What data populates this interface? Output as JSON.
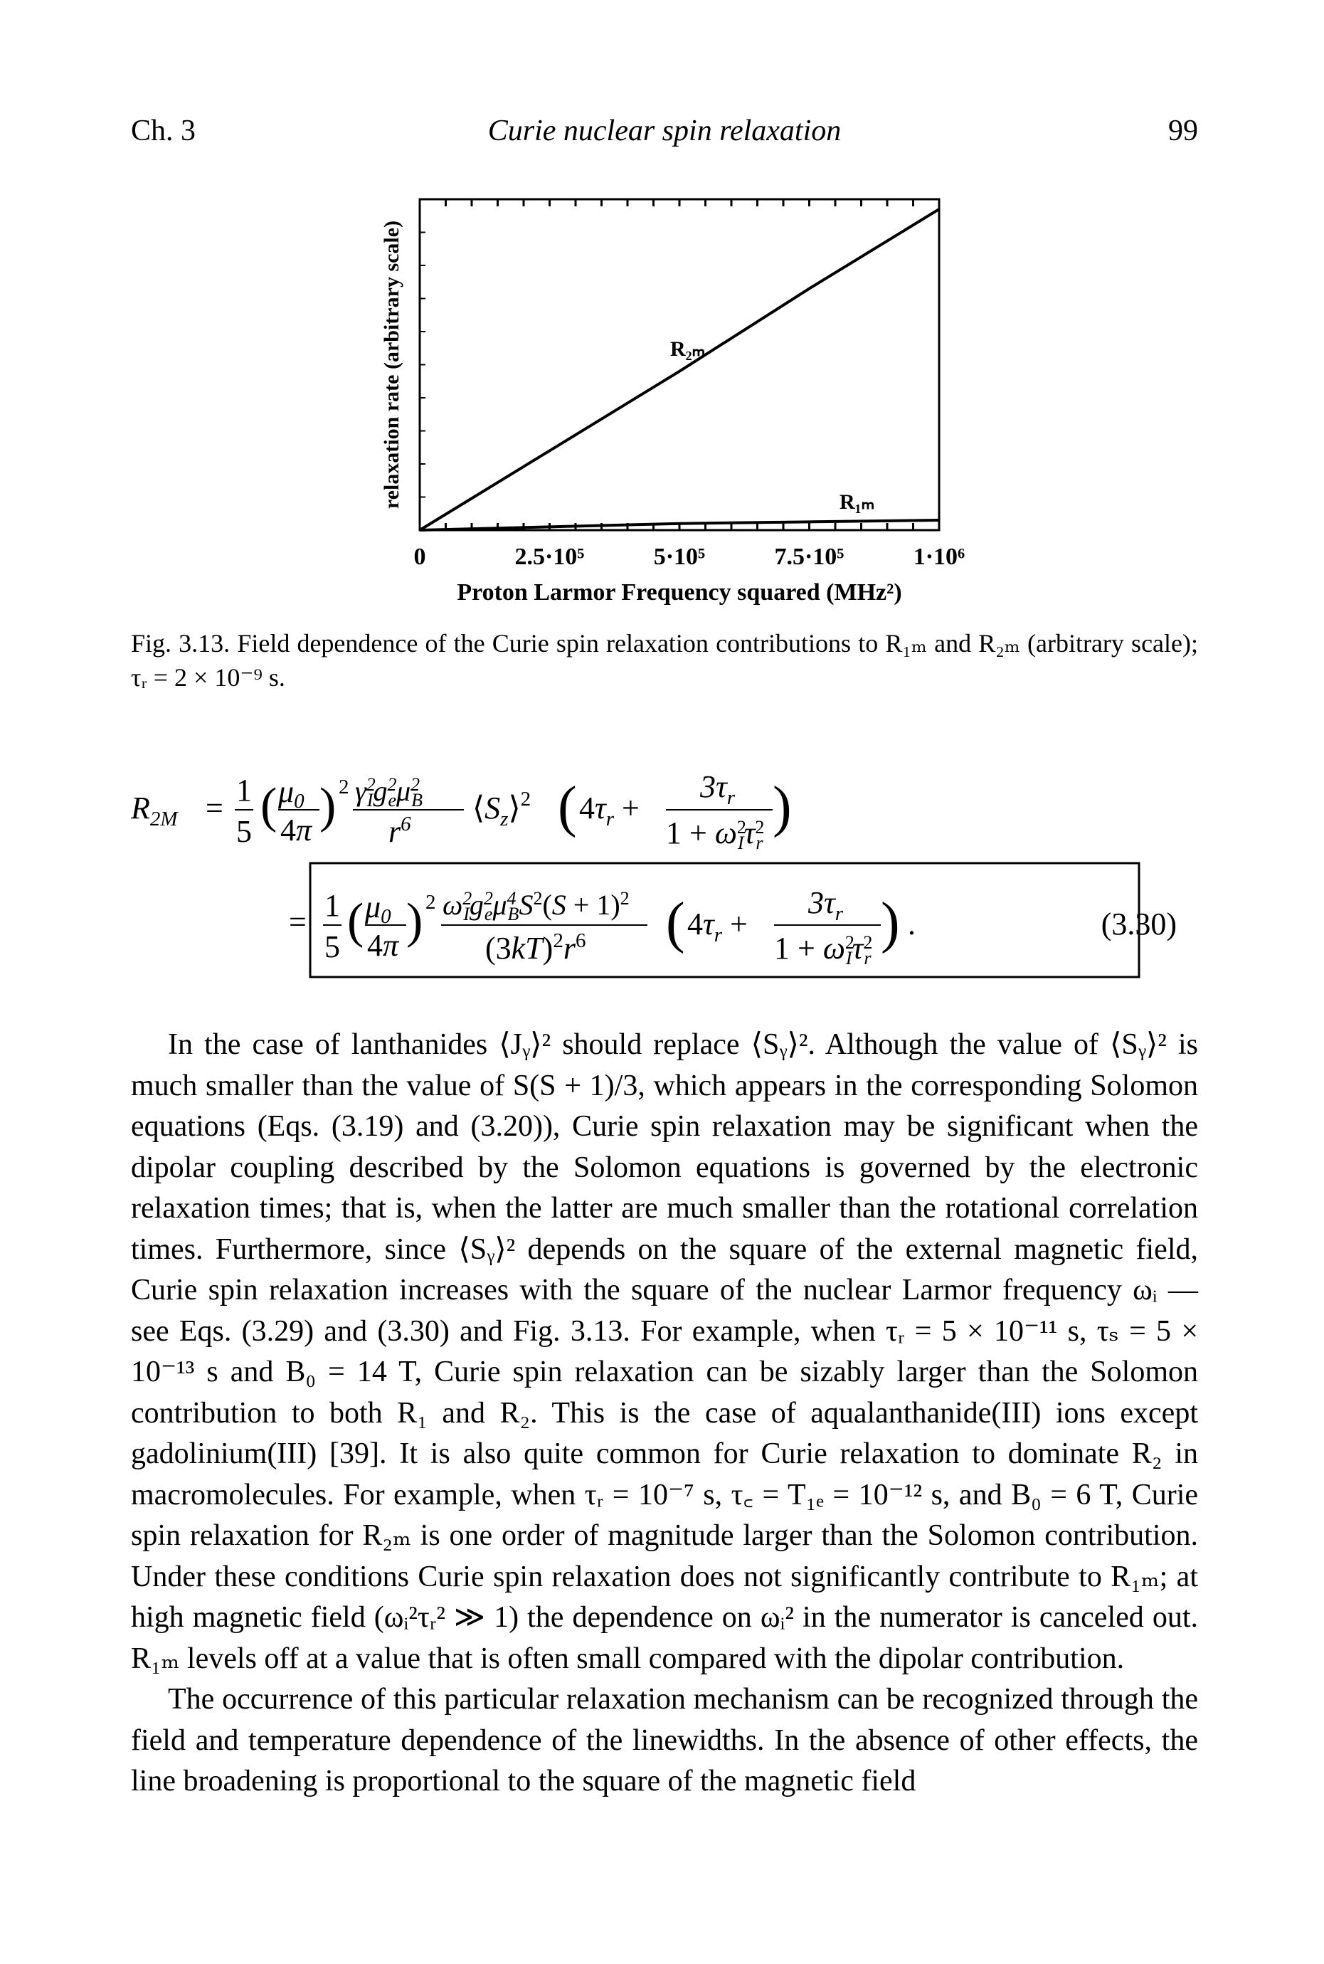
{
  "header": {
    "chapter": "Ch. 3",
    "title": "Curie nuclear spin relaxation",
    "page_number": "99"
  },
  "figure": {
    "ylabel": "relaxation rate (arbitrary scale)",
    "xlabel": "Proton Larmor Frequency squared (MHz²)",
    "x_ticks": [
      "0",
      "2.5·10⁵",
      "5·10⁵",
      "7.5·10⁵",
      "1·10⁶"
    ],
    "curve_labels": {
      "r2m": "R₂ₘ",
      "r1m": "R₁ₘ"
    }
  },
  "chart_data": {
    "type": "line",
    "xlabel": "Proton Larmor Frequency squared (MHz²)",
    "ylabel": "relaxation rate (arbitrary scale)",
    "xlim": [
      0,
      1000000
    ],
    "ylim": [
      0,
      1
    ],
    "x_ticks": [
      "0",
      "2.5·10⁵",
      "5·10⁵",
      "7.5·10⁵",
      "1·10⁶"
    ],
    "series": [
      {
        "name": "R₂ₘ",
        "x": [
          0,
          250000,
          500000,
          750000,
          1000000
        ],
        "y": [
          0.0,
          0.24,
          0.48,
          0.73,
          0.97
        ]
      },
      {
        "name": "R₁ₘ",
        "x": [
          0,
          250000,
          500000,
          750000,
          1000000
        ],
        "y": [
          0.0,
          0.01,
          0.02,
          0.025,
          0.03
        ]
      }
    ],
    "grid": false,
    "legend": "inline labels"
  },
  "caption": {
    "prefix": "Fig. 3.13.",
    "text": "Field dependence of the Curie spin relaxation contributions to R₁ₘ and R₂ₘ (arbitrary scale); τᵣ = 2 × 10⁻⁹ s."
  },
  "equation": {
    "number": "(3.30)"
  },
  "paragraphs": [
    "In the case of lanthanides ⟨Jᵧ⟩² should replace ⟨Sᵧ⟩². Although the value of ⟨Sᵧ⟩² is much smaller than the value of S(S + 1)/3, which appears in the corresponding Solomon equations (Eqs. (3.19) and (3.20)), Curie spin relaxation may be significant when the dipolar coupling described by the Solomon equations is governed by the electronic relaxation times; that is, when the latter are much smaller than the rotational correlation times. Furthermore, since ⟨Sᵧ⟩² depends on the square of the external magnetic field, Curie spin relaxation increases with the square of the nuclear Larmor frequency ωᵢ — see Eqs. (3.29) and (3.30) and Fig. 3.13. For example, when τᵣ = 5 × 10⁻¹¹ s, τₛ = 5 × 10⁻¹³ s and B₀ = 14 T, Curie spin relaxation can be sizably larger than the Solomon contribution to both R₁ and R₂. This is the case of aqualanthanide(III) ions except gadolinium(III) [39]. It is also quite common for Curie relaxation to dominate R₂ in macromolecules. For example, when τᵣ = 10⁻⁷ s, τ꜀ = T₁ₑ = 10⁻¹² s, and B₀ = 6 T, Curie spin relaxation for R₂ₘ is one order of magnitude larger than the Solomon contribution. Under these conditions Curie spin relaxation does not significantly contribute to R₁ₘ; at high magnetic field (ωᵢ²τᵣ² ≫ 1) the dependence on ωᵢ² in the numerator is canceled out. R₁ₘ levels off at a value that is often small compared with the dipolar contribution.",
    "The occurrence of this particular relaxation mechanism can be recognized through the field and temperature dependence of the linewidths. In the absence of other effects, the line broadening is proportional to the square of the magnetic field"
  ]
}
